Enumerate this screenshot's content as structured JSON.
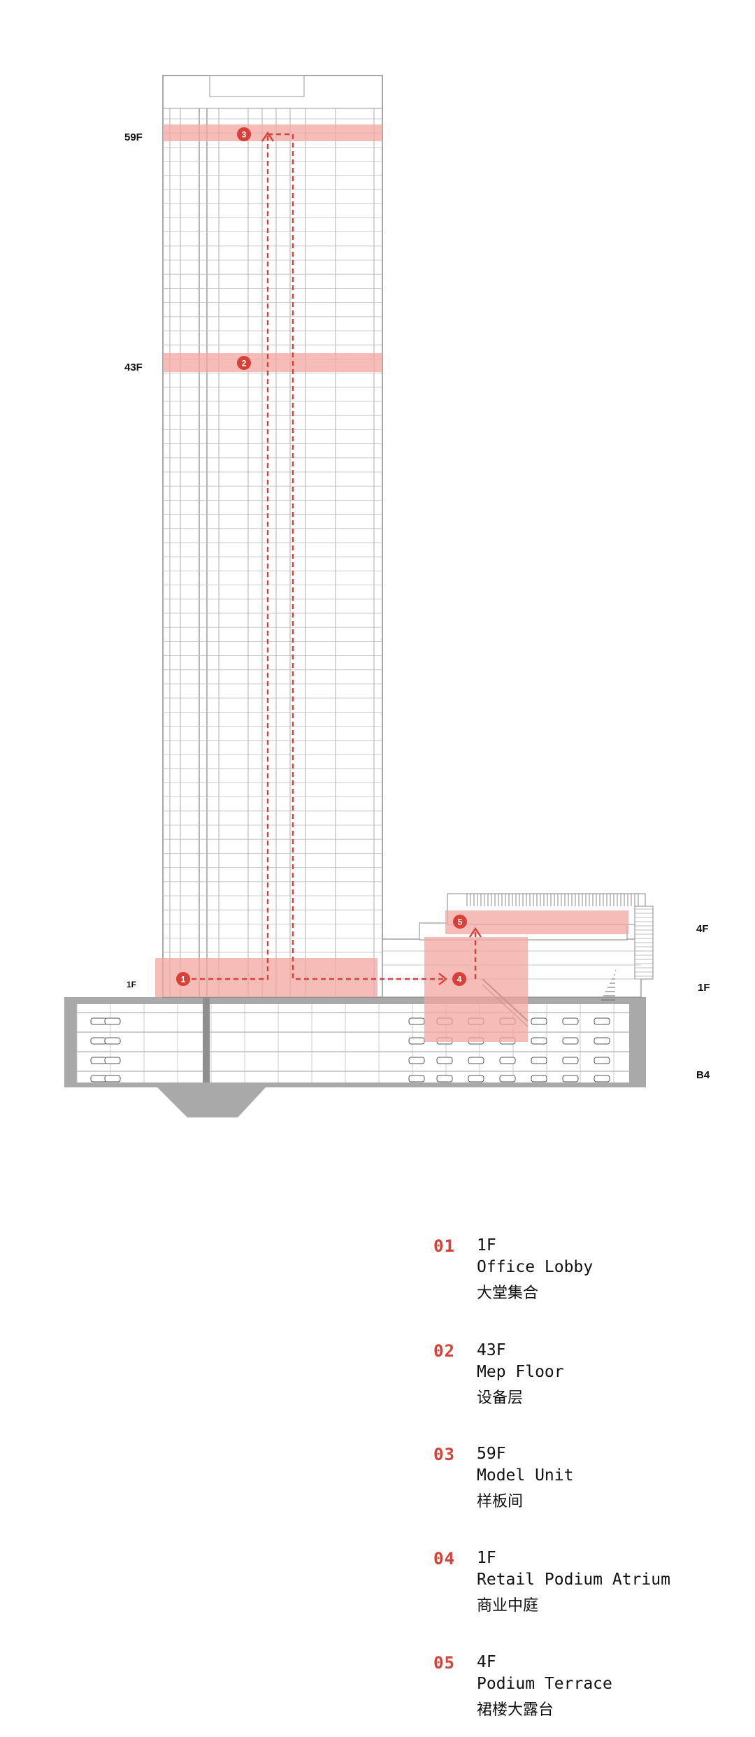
{
  "floor_tags": {
    "f59": "59F",
    "f43": "43F",
    "f1_left": "1F",
    "f4_right": "4F",
    "f1_right": "1F",
    "b4_right": "B4"
  },
  "markers": [
    "1",
    "2",
    "3",
    "4",
    "5"
  ],
  "legend": [
    {
      "num": "01",
      "floor": "1F",
      "en": "Office Lobby",
      "cn": "大堂集合"
    },
    {
      "num": "02",
      "floor": "43F",
      "en": "Mep Floor",
      "cn": "设备层"
    },
    {
      "num": "03",
      "floor": "59F",
      "en": "Model Unit",
      "cn": "样板间"
    },
    {
      "num": "04",
      "floor": "1F",
      "en": "Retail Podium Atrium",
      "cn": "商业中庭"
    },
    {
      "num": "05",
      "floor": "4F",
      "en": "Podium Terrace",
      "cn": "裙楼大露台"
    }
  ],
  "colors": {
    "accent": "#d8403a",
    "highlight": "#f3a6a0",
    "line": "#9a9a9a",
    "ground": "#a8a8a8"
  }
}
